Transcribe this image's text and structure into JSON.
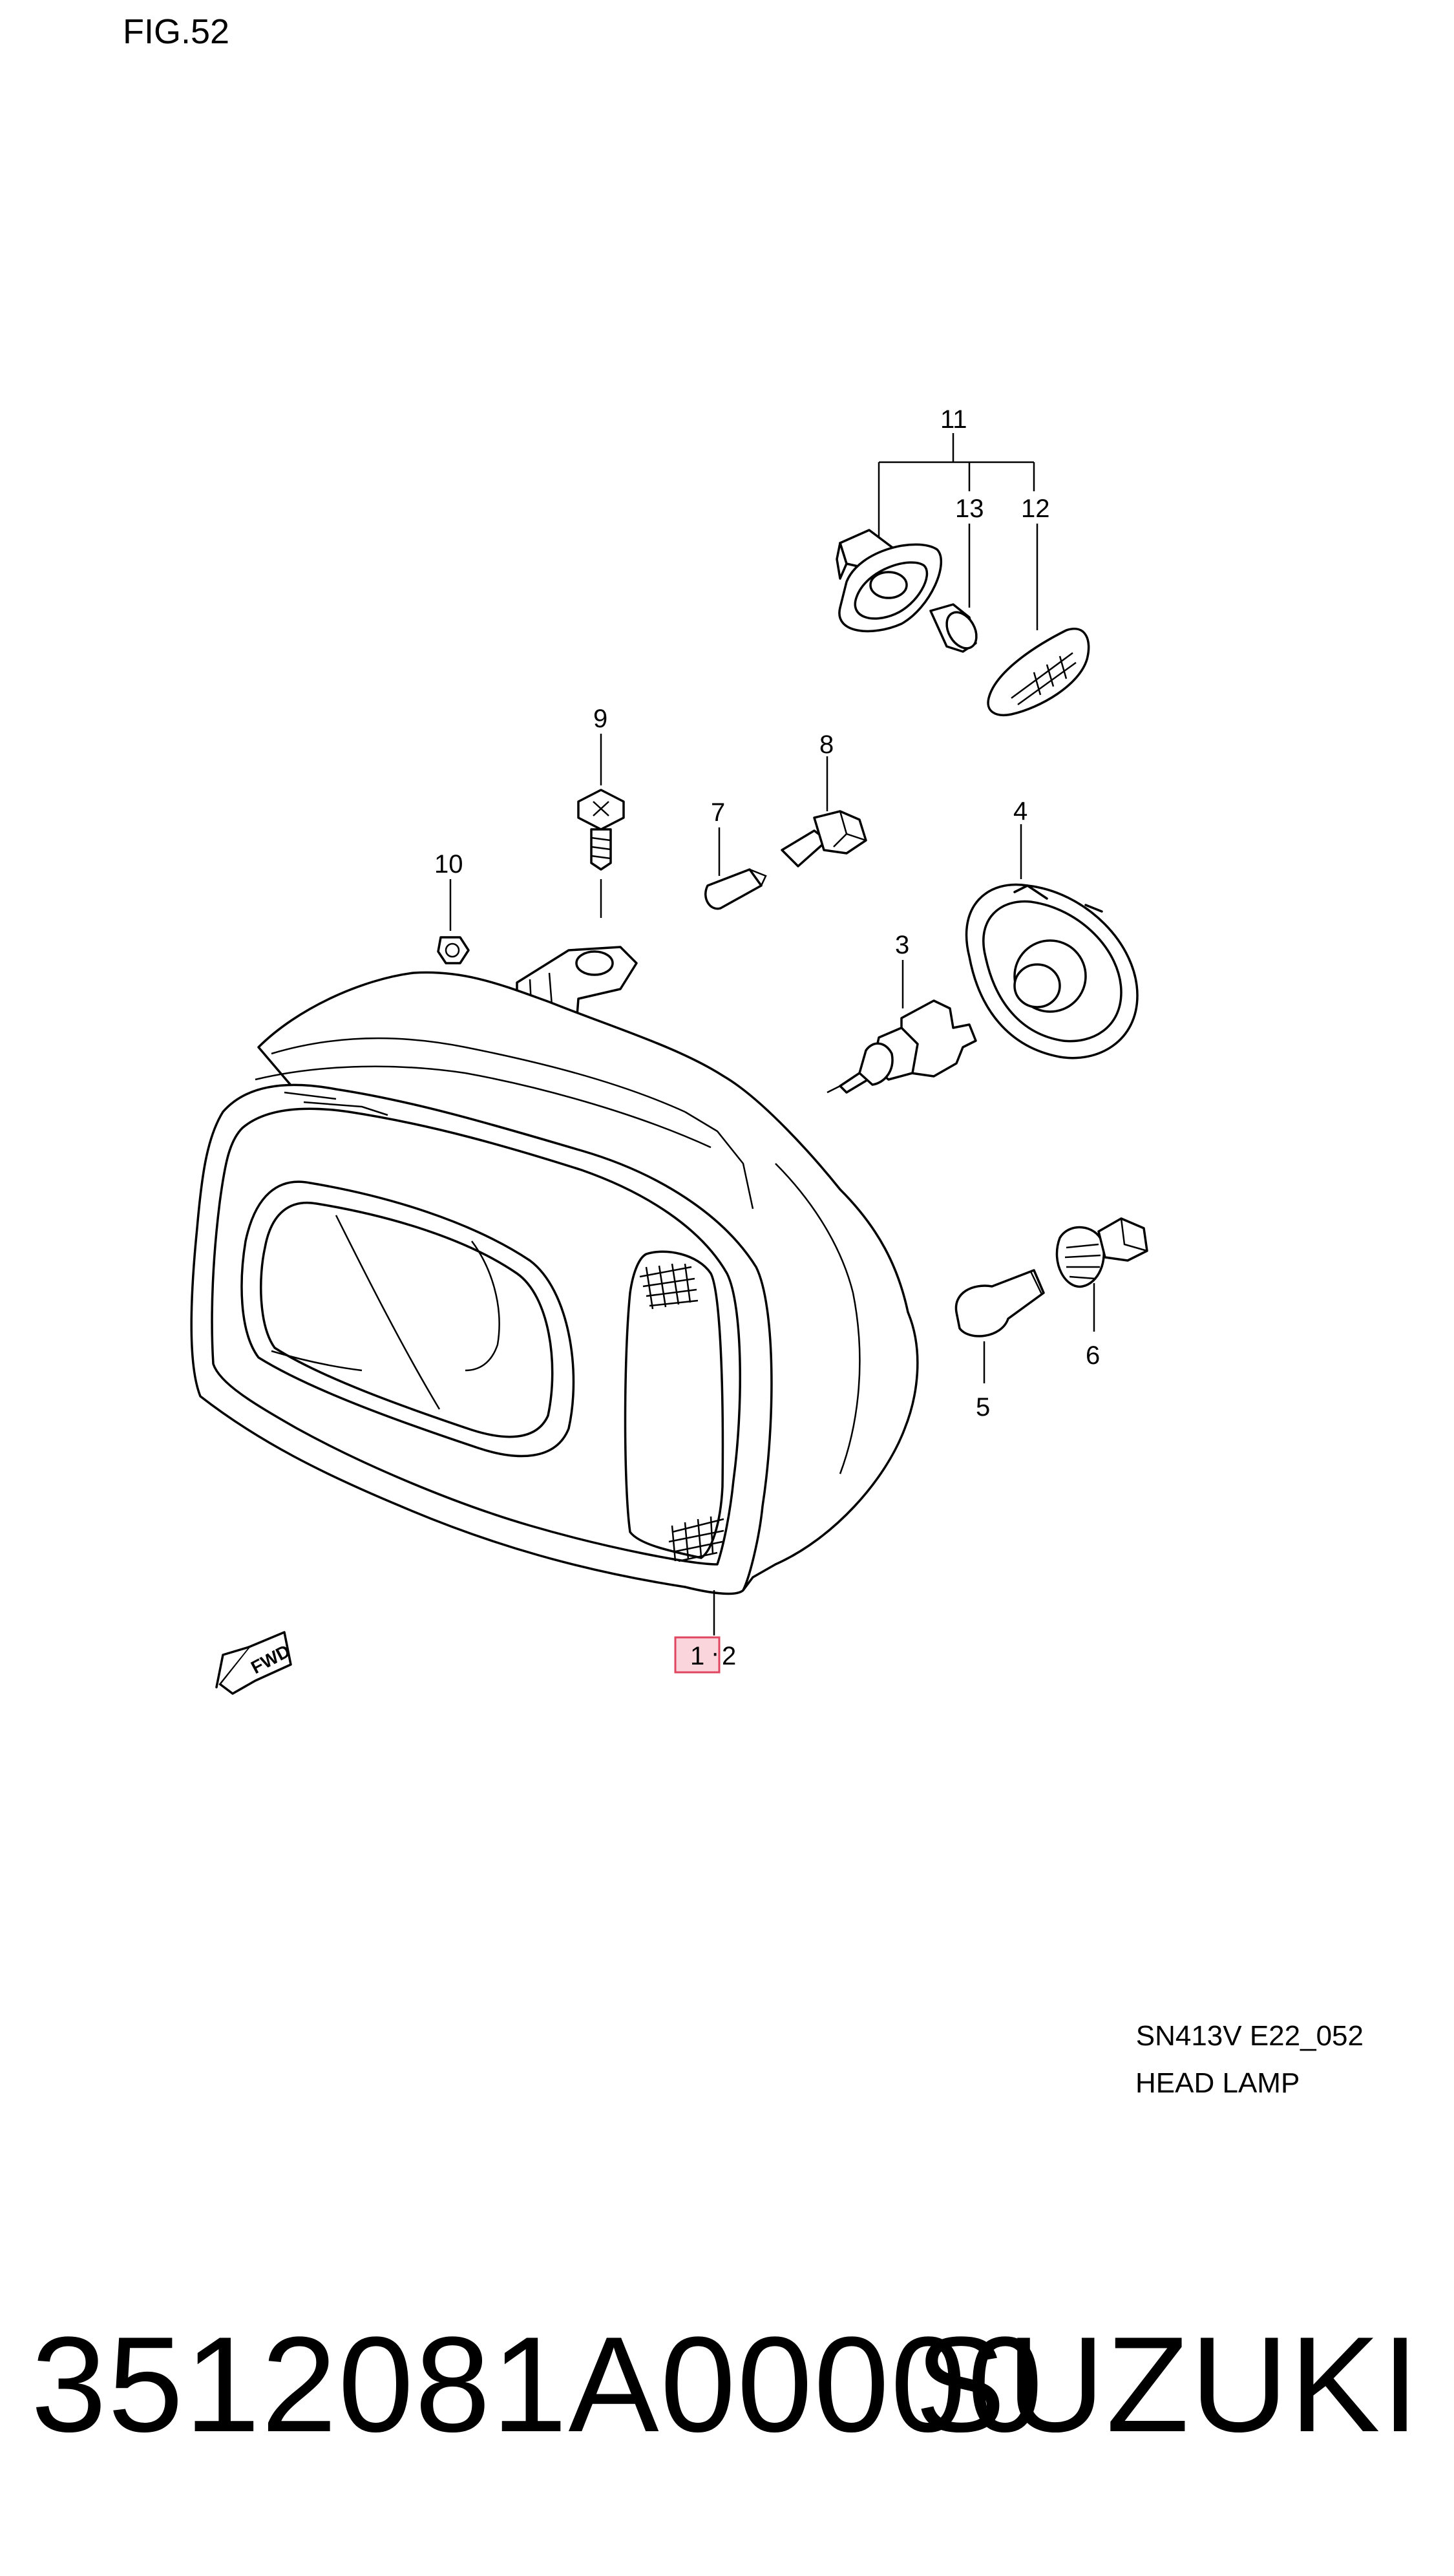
{
  "figure": {
    "label": "FIG.52"
  },
  "callouts": {
    "p1": "1",
    "p2": "2",
    "p3": "3",
    "p4": "4",
    "p5": "5",
    "p6": "6",
    "p7": "7",
    "p8": "8",
    "p9": "9",
    "p10": "10",
    "p11": "11",
    "p12": "12",
    "p13": "13"
  },
  "fwd_marker": "FWD",
  "sheet": {
    "code": "SN413V E22_052",
    "title": "HEAD LAMP"
  },
  "footer": {
    "part_number": "3512081A00000",
    "brand": "SUZUKI"
  },
  "colors": {
    "highlight_fill": "#fbd5dc",
    "highlight_stroke": "#e0455f"
  }
}
